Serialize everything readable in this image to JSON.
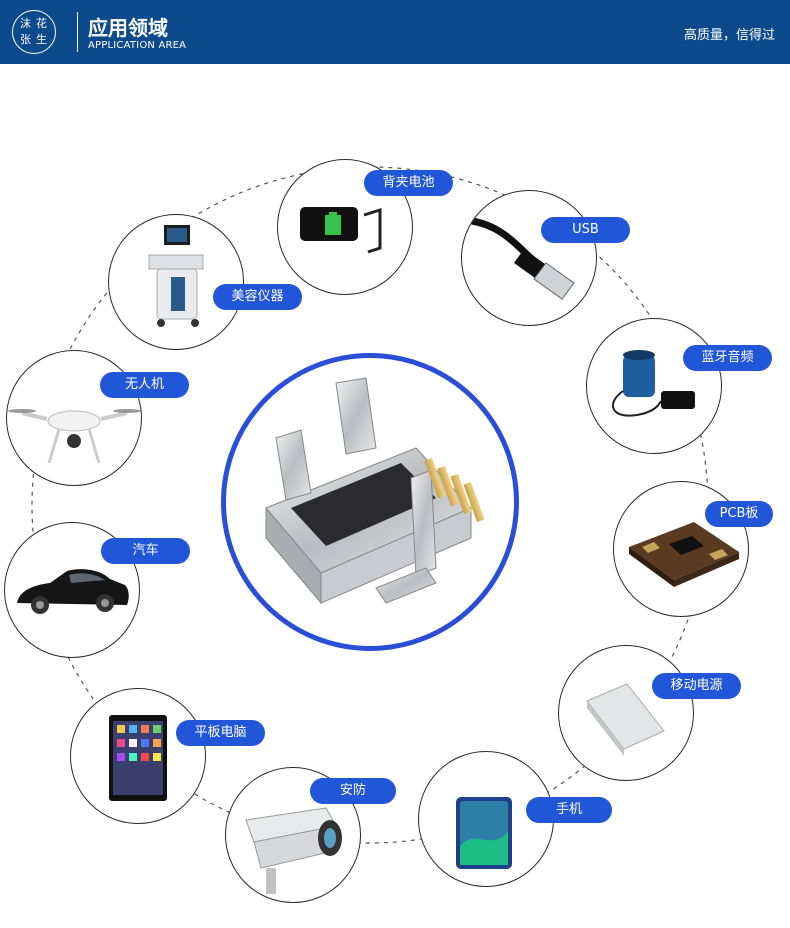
{
  "header": {
    "logo_glyphs": [
      "沫",
      "花",
      "张",
      "生"
    ],
    "title_cn": "应用领域",
    "title_en": "APPLICATION AREA",
    "slogan": "高质量，信得过"
  },
  "colors": {
    "header_bg": "#0d4a8c",
    "pill": "#2156d8",
    "center_ring": "#2a4fd6"
  },
  "applications": [
    {
      "label": "背夹电池",
      "icon": "phone-battery-icon"
    },
    {
      "label": "USB",
      "icon": "usb-cable-icon"
    },
    {
      "label": "蓝牙音频",
      "icon": "bluetooth-speaker-icon"
    },
    {
      "label": "PCB板",
      "icon": "pcb-board-icon"
    },
    {
      "label": "移动电源",
      "icon": "power-bank-icon"
    },
    {
      "label": "手机",
      "icon": "smartphone-icon"
    },
    {
      "label": "安防",
      "icon": "security-camera-icon"
    },
    {
      "label": "平板电脑",
      "icon": "tablet-icon"
    },
    {
      "label": "汽车",
      "icon": "car-icon"
    },
    {
      "label": "无人机",
      "icon": "drone-icon"
    },
    {
      "label": "美容仪器",
      "icon": "medical-device-icon"
    }
  ],
  "center": {
    "icon": "micro-usb-connector-icon"
  }
}
